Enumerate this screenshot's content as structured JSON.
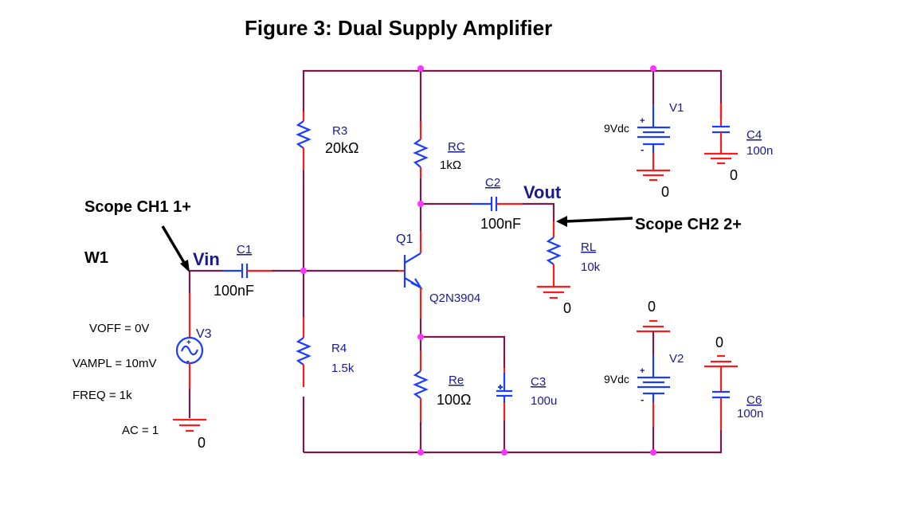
{
  "title": "Figure 3: Dual Supply Amplifier",
  "annotations": {
    "scope_ch1": "Scope CH1 1+",
    "scope_ch2": "Scope CH2 2+",
    "w1": "W1"
  },
  "nets": {
    "vin": "Vin",
    "vout": "Vout"
  },
  "components": {
    "R3": {
      "ref": "R3",
      "value": "20kΩ"
    },
    "RC": {
      "ref": "RC",
      "value": "1kΩ"
    },
    "R4": {
      "ref": "R4",
      "value": "1.5k"
    },
    "Re": {
      "ref": "Re",
      "value": "100Ω"
    },
    "RL": {
      "ref": "RL",
      "value": "10k"
    },
    "C1": {
      "ref": "C1",
      "value": "100nF"
    },
    "C2": {
      "ref": "C2",
      "value": "100nF"
    },
    "C3": {
      "ref": "C3",
      "value": "100u"
    },
    "C4": {
      "ref": "C4",
      "value": "100n"
    },
    "C6": {
      "ref": "C6",
      "value": "100n"
    },
    "Q1": {
      "ref": "Q1",
      "value": "Q2N3904"
    },
    "V1": {
      "ref": "V1",
      "value": "9Vdc",
      "plus": "+",
      "minus": "-"
    },
    "V2": {
      "ref": "V2",
      "value": "9Vdc",
      "plus": "+",
      "minus": "-"
    },
    "V3": {
      "ref": "V3",
      "params": [
        "VOFF = 0V",
        "VAMPL = 10mV",
        "FREQ = 1k",
        "AC = 1"
      ],
      "plus": "+",
      "minus": "-"
    }
  },
  "ground_label": "0",
  "colors": {
    "wire": "#7a1a4a",
    "pin": "#ff1a1a",
    "body": "#1a3cff",
    "junction": "#ff33ff",
    "label_blue": "#1a1a8c"
  }
}
